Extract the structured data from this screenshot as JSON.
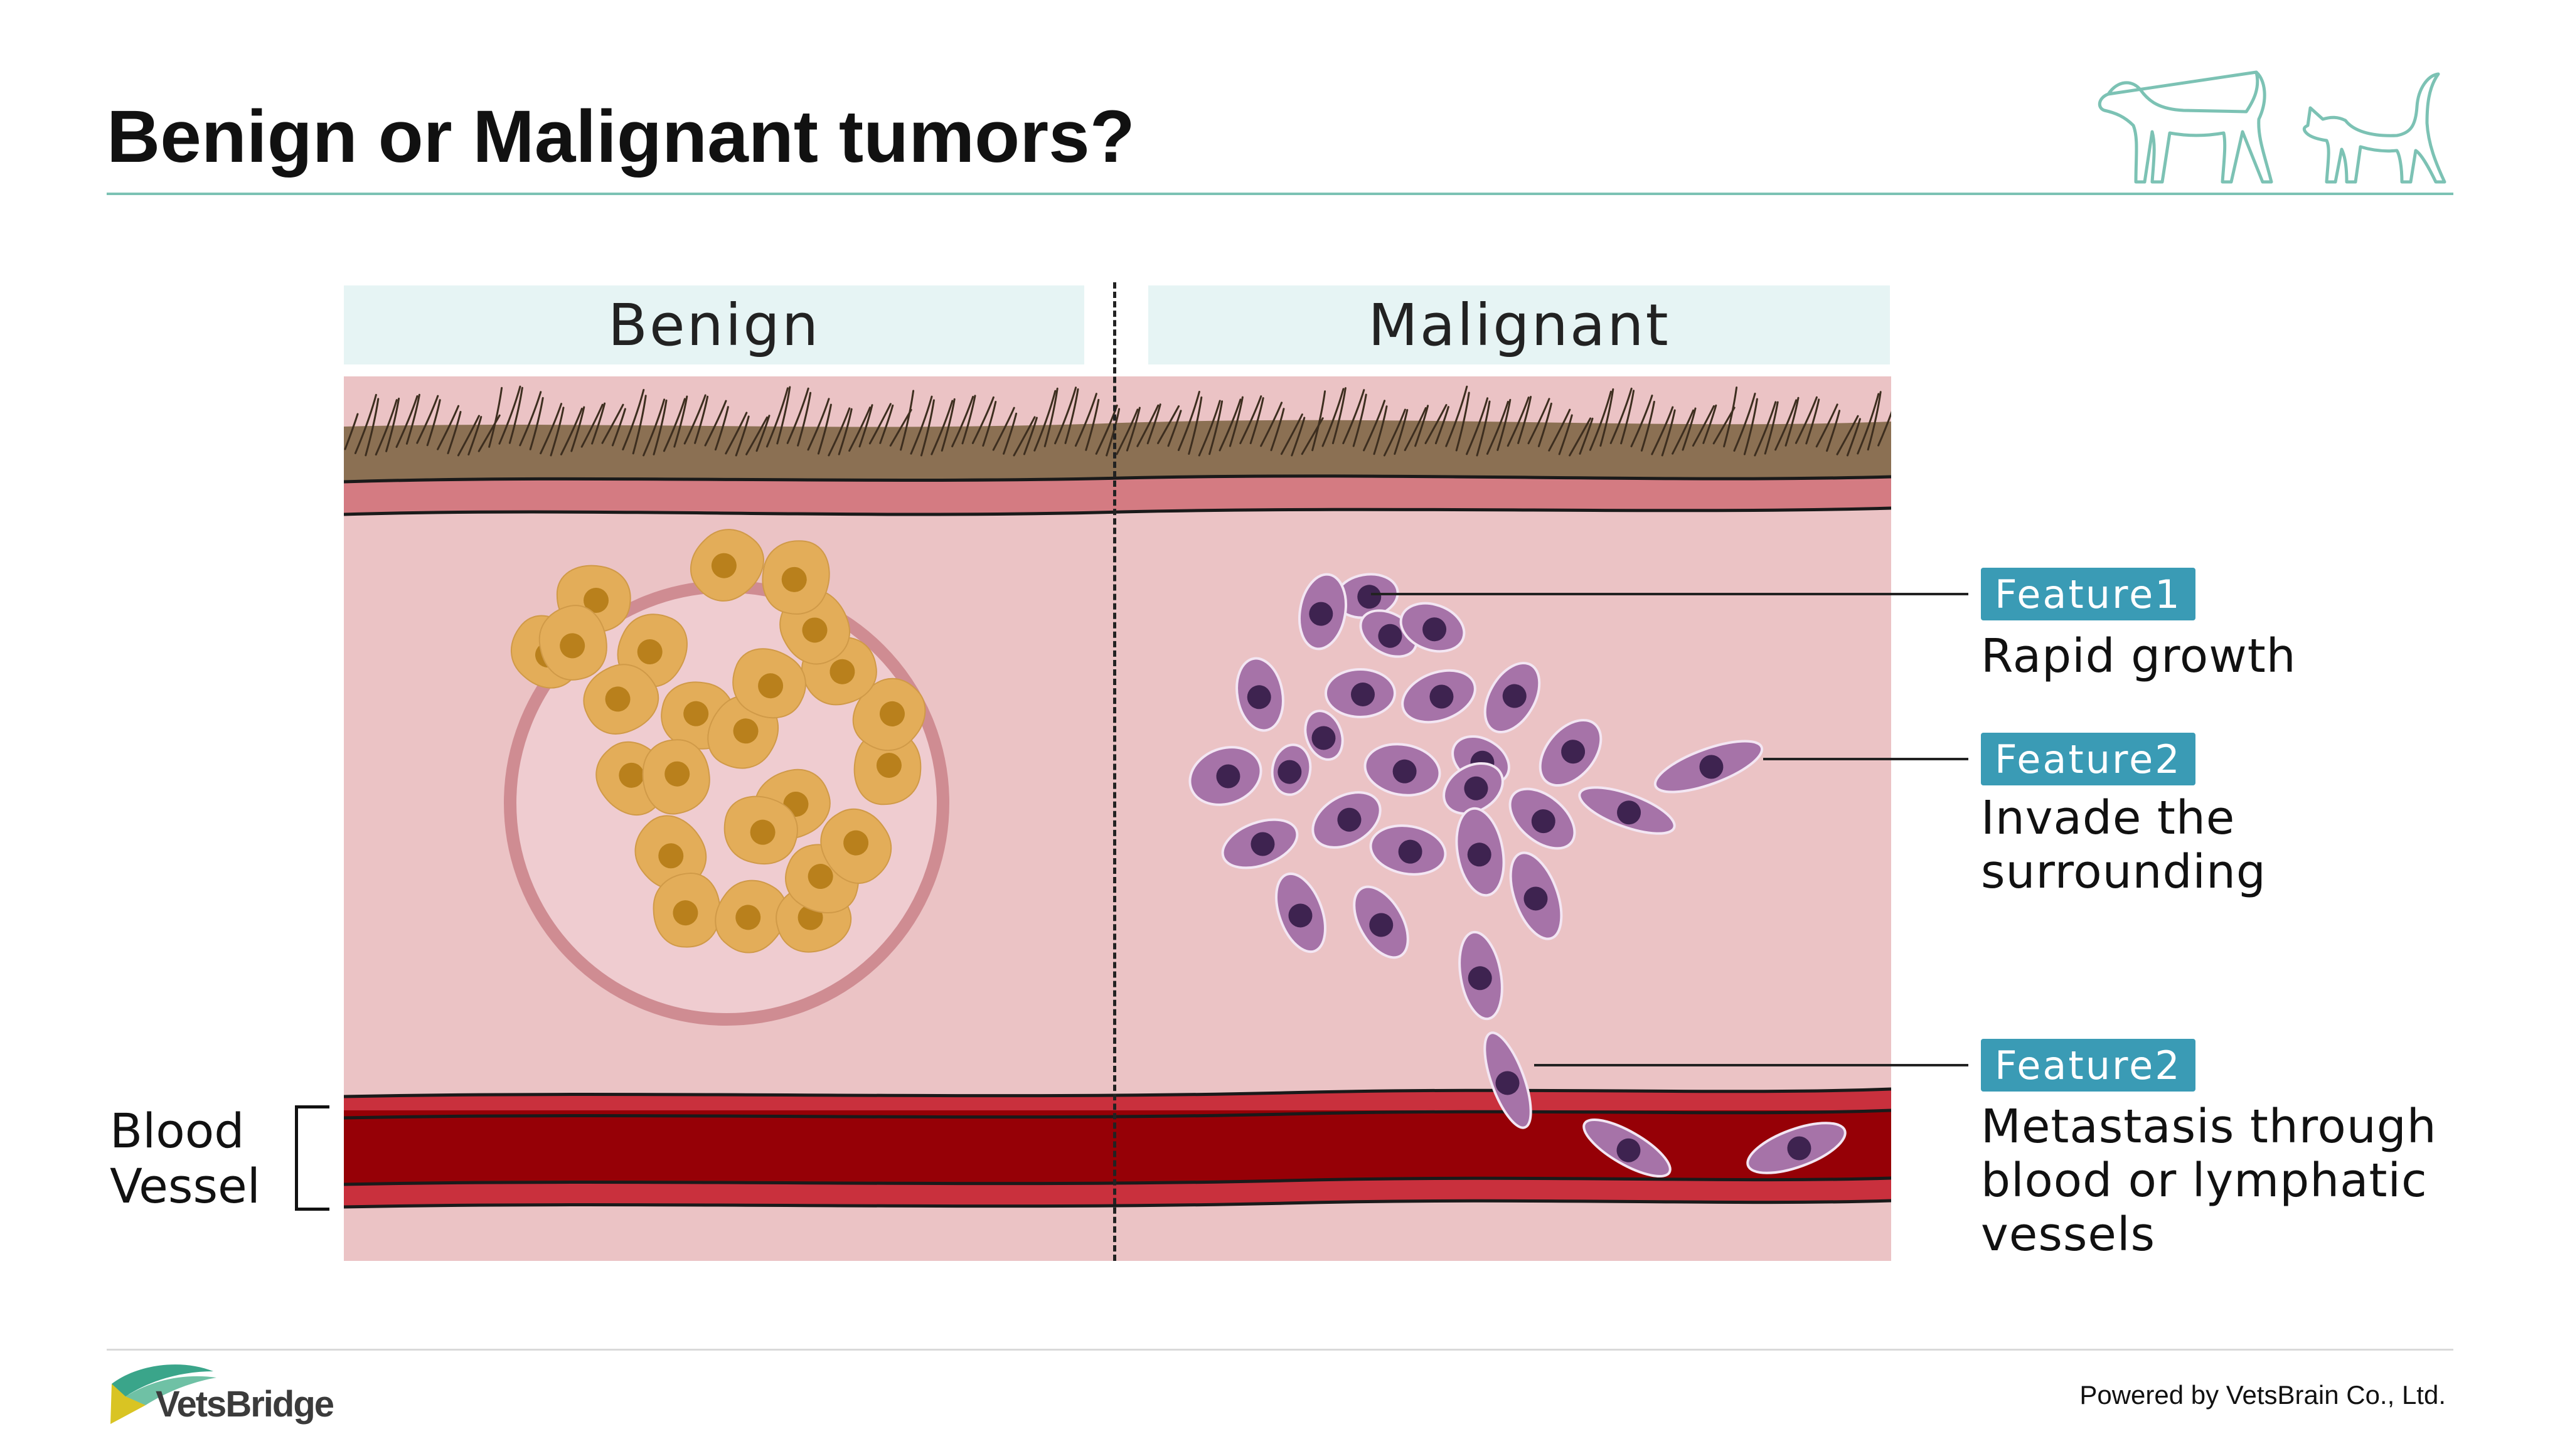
{
  "title": "Benign or Malignant tumors?",
  "columns": {
    "benign": "Benign",
    "malignant": "Malignant"
  },
  "blood_vessel": {
    "line1": "Blood",
    "line2": "Vessel"
  },
  "features": [
    {
      "badge": "Feature1",
      "lines": [
        "Rapid growth"
      ]
    },
    {
      "badge": "Feature2",
      "lines": [
        "Invade the",
        "surrounding"
      ]
    },
    {
      "badge": "Feature2",
      "lines": [
        "Metastasis through",
        "blood or lymphatic",
        "vessels"
      ]
    }
  ],
  "brand": "VetsBridge",
  "powered_by": "Powered by VetsBrain Co., Ltd.",
  "colors": {
    "accent_line": "#7cc2b4",
    "badge": "#3a9bb5",
    "header_bg": "#e6f4f4",
    "tissue": "#ebc3c5",
    "skin": "#d47b82",
    "fur": "#8b7053",
    "vessel_wall": "#c9303d",
    "vessel_blood": "#960006",
    "benign_cell": "#e3ad59",
    "benign_nucleus": "#b9801c",
    "malignant_cell": "#a673a8",
    "malignant_nucleus": "#3e2350"
  },
  "icons": [
    "dog-outline-icon",
    "cat-outline-icon",
    "vetsbridge-logo-icon"
  ]
}
